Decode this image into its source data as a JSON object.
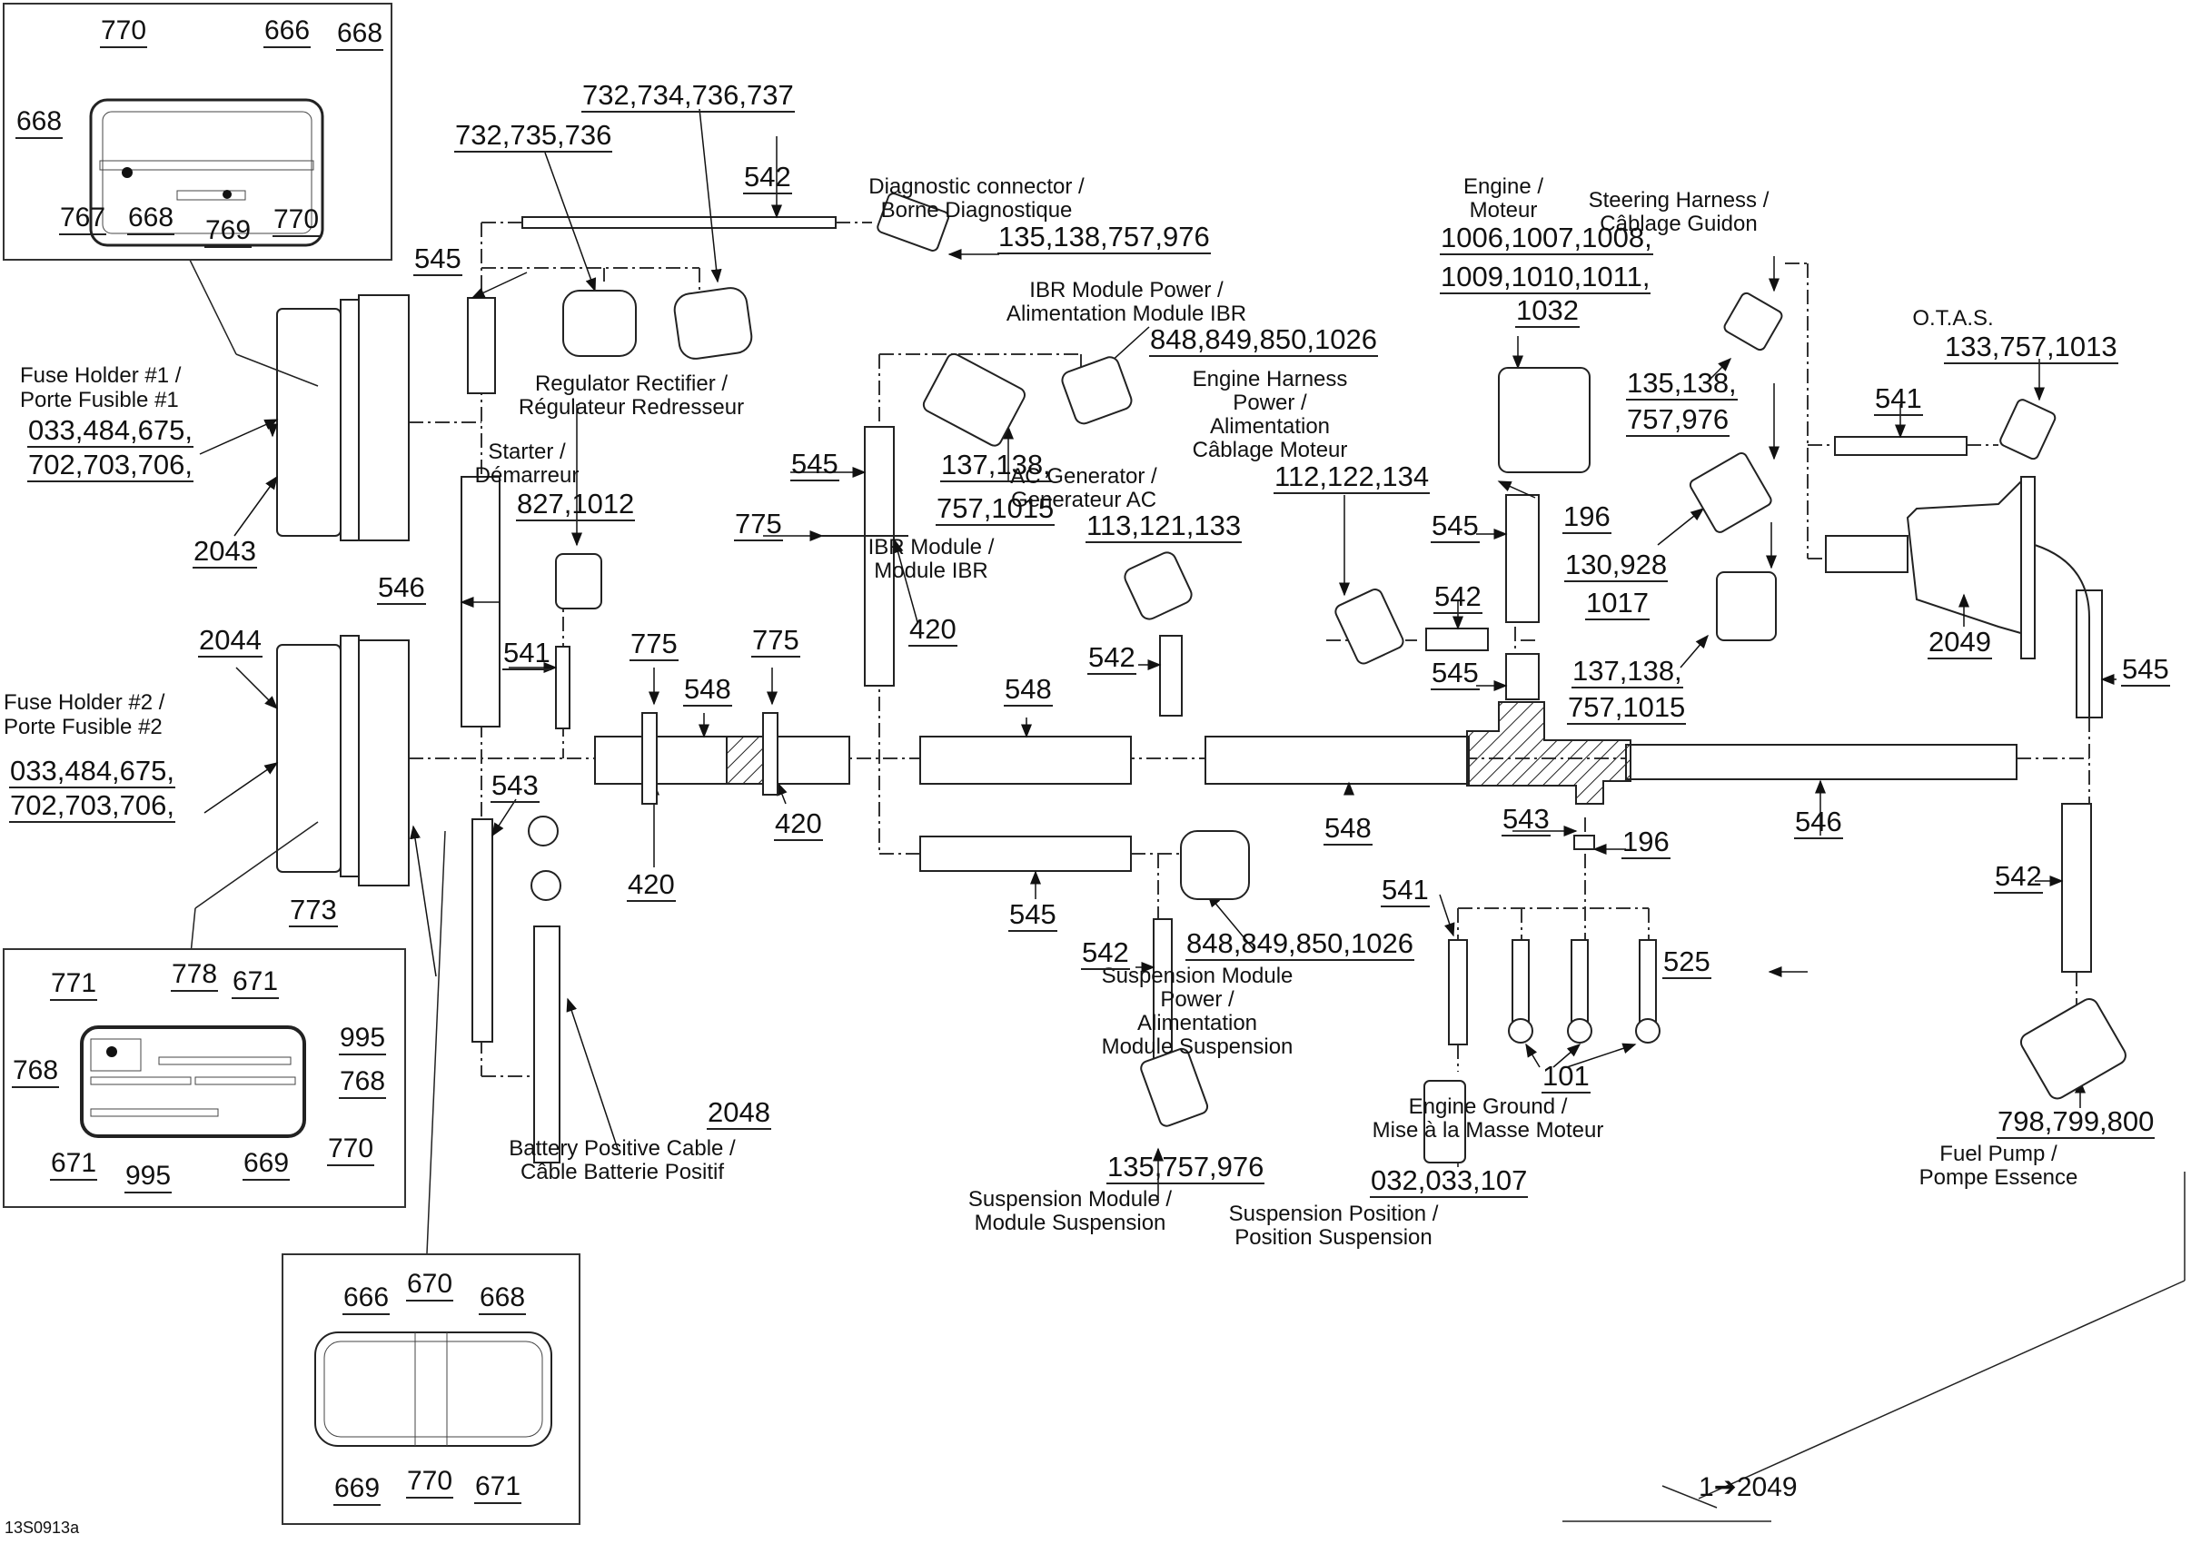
{
  "diagram_code": "13S0913a",
  "footer_ref": "1➔2049",
  "inset_1": {
    "labels": [
      "770",
      "666",
      "668",
      "668",
      "767",
      "668",
      "769",
      "770"
    ]
  },
  "inset_2": {
    "labels": [
      "771",
      "778",
      "671",
      "995",
      "768",
      "768",
      "671",
      "995",
      "669",
      "770"
    ]
  },
  "inset_3": {
    "labels": [
      "666",
      "670",
      "668",
      "669",
      "770",
      "671"
    ]
  },
  "components": {
    "fuse_holder_1": {
      "caption": [
        "Fuse Holder #1 /",
        "Porte Fusible #1"
      ],
      "parts": [
        "033,484,675,",
        "702,703,706,"
      ],
      "ref": "2043"
    },
    "fuse_holder_2": {
      "caption": [
        "Fuse Holder #2 /",
        "Porte Fusible #2"
      ],
      "parts": [
        "033,484,675,",
        "702,703,706,"
      ],
      "ref": "2044",
      "sub": "773"
    },
    "regulator": {
      "caption": [
        "Regulator Rectifier /",
        "Régulateur Redresseur"
      ],
      "parts_a": "732,735,736",
      "parts_b": "732,734,736,737"
    },
    "diagnostic": {
      "caption": [
        "Diagnostic connector /",
        "Borne Diagnostique"
      ],
      "parts": "135,138,757,976"
    },
    "ibr_power": {
      "caption": [
        "IBR Module Power /",
        "Alimentation Module IBR"
      ],
      "parts": "848,849,850,1026"
    },
    "ibr_module": {
      "caption": [
        "IBR Module /",
        "Module IBR"
      ],
      "parts": [
        "137,138,",
        "757,1015"
      ]
    },
    "starter": {
      "caption": [
        "Starter /",
        "Démarreur"
      ],
      "parts": "827,1012"
    },
    "ac_generator": {
      "caption": [
        "AC Generator /",
        "Generateur AC"
      ],
      "parts": "113,121,133"
    },
    "engine_harness_power": {
      "caption": [
        "Engine Harness",
        "Power /",
        "Alimentation",
        "Câblage Moteur"
      ],
      "parts": "112,122,134"
    },
    "engine": {
      "caption": [
        "Engine /",
        "Moteur"
      ],
      "parts": [
        "1006,1007,1008,",
        "1009,1010,1011,",
        "1032"
      ],
      "ref": "196"
    },
    "steering_harness": {
      "caption": [
        "Steering Harness /",
        "Câblage Guidon"
      ],
      "parts_a": [
        "135,138,",
        "757,976"
      ],
      "parts_b": [
        "130,928",
        "1017"
      ],
      "parts_c": [
        "137,138,",
        "757,1015"
      ]
    },
    "otas": {
      "caption": [
        "O.T.A.S."
      ],
      "parts": "133,757,1013"
    },
    "boot": {
      "ref": "2049"
    },
    "battery_cable": {
      "caption": [
        "Battery Positive Cable /",
        "Câble Batterie Positif"
      ],
      "ref": "2048"
    },
    "suspension_power": {
      "caption": [
        "Suspension Module",
        "Power /",
        "Alimentation",
        "Module Suspension"
      ],
      "parts": "848,849,850,1026"
    },
    "suspension_module": {
      "caption": [
        "Suspension Module /",
        "Module Suspension"
      ],
      "parts": "135,757,976"
    },
    "suspension_position": {
      "caption": [
        "Suspension Position /",
        "Position Suspension"
      ],
      "parts": "032,033,107"
    },
    "engine_ground": {
      "caption": [
        "Engine Ground /",
        "Mise à la Masse Moteur"
      ],
      "parts": "101",
      "ref": "525"
    },
    "fuel_pump": {
      "caption": [
        "Fuel Pump /",
        "Pompe Essence"
      ],
      "parts": "798,799,800"
    }
  },
  "sleeve_labels": {
    "s542_top": "542",
    "s545_a": "545",
    "s546_a": "546",
    "s541_a": "541",
    "s543_a": "543",
    "s775_a": "775",
    "s775_b": "775",
    "s775_c": "775",
    "s548_a": "548",
    "s420_a": "420",
    "s420_b": "420",
    "s420_c": "420",
    "s545_b": "545",
    "s548_b": "548",
    "s542_b": "542",
    "s545_c": "545",
    "s542_c": "542",
    "s548_c": "548",
    "s545_d": "545",
    "s542_d": "542",
    "s545_e": "545",
    "s543_b": "543",
    "s196_b": "196",
    "s546_b": "546",
    "s541_b": "541",
    "s541_c": "541",
    "s545_f": "545",
    "s542_e": "542"
  }
}
